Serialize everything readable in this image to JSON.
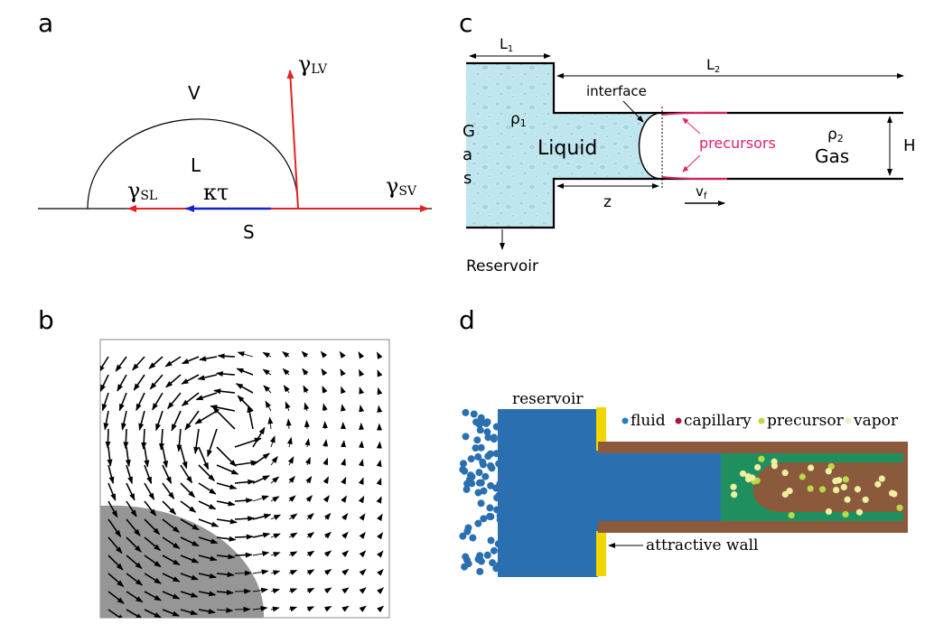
{
  "panel_a": {
    "letter": "a",
    "V": "V",
    "L": "L",
    "S": "S",
    "gamma_lv": "γ",
    "gamma_lv_sub": "LV",
    "gamma_sl": "γ",
    "gamma_sl_sub": "SL",
    "kappa_tau": "κτ",
    "gamma_sv": "γ",
    "gamma_sv_sub": "SV",
    "colors": {
      "red": "#e32222",
      "blue": "#1424c8"
    }
  },
  "panel_b": {
    "letter": "b",
    "colors": {
      "drop": "#969696",
      "arrow": "#000000"
    }
  },
  "panel_c": {
    "letter": "c",
    "L1": "L",
    "L1_sub": "1",
    "L2": "L",
    "L2_sub": "2",
    "interface": "interface",
    "rho1": "ρ",
    "rho1_sub": "1",
    "liquid": "Liquid",
    "gas_left": [
      "G",
      "a",
      "s"
    ],
    "precursors": "precursors",
    "rho2": "ρ",
    "rho2_sub": "2",
    "gas_right": "Gas",
    "H": "H",
    "z": "z",
    "vf": "v",
    "vf_sub": "f",
    "reservoir": "Reservoir",
    "colors": {
      "liquid": "#bfe6ee",
      "precursor": "#e0206a"
    }
  },
  "panel_d": {
    "letter": "d",
    "reservoir": "reservoir",
    "legend": [
      {
        "label": "fluid",
        "color": "#1f7fc4"
      },
      {
        "label": "capillary",
        "color": "#a8163a"
      },
      {
        "label": "precursor",
        "color": "#b9d94a"
      },
      {
        "label": "vapor",
        "color": "#efefc0"
      }
    ],
    "attractive_wall": "attractive wall",
    "colors": {
      "fluid": "#2a6fb0",
      "wall": "#8b5a3c",
      "attractive": "#f2d600",
      "precursor_region": "#1f8f5f"
    }
  }
}
